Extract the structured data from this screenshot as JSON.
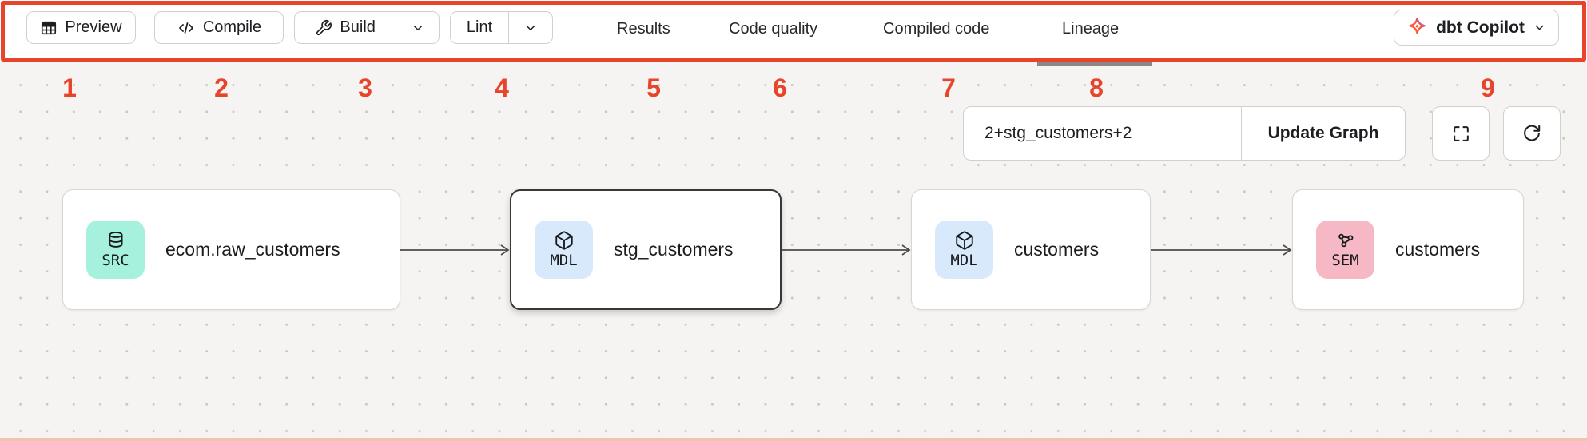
{
  "toolbar": {
    "buttons": {
      "preview": "Preview",
      "compile": "Compile",
      "build": "Build",
      "lint": "Lint"
    },
    "tabs": [
      {
        "label": "Results",
        "active": false
      },
      {
        "label": "Code quality",
        "active": false
      },
      {
        "label": "Compiled code",
        "active": false
      },
      {
        "label": "Lineage",
        "active": true
      }
    ],
    "copilot_label": "dbt Copilot"
  },
  "annotations": {
    "color": "#e8432b",
    "numbers": [
      "1",
      "2",
      "3",
      "4",
      "5",
      "6",
      "7",
      "8",
      "9"
    ]
  },
  "graph_controls": {
    "selector_value": "2+stg_customers+2",
    "update_button_label": "Update Graph"
  },
  "lineage_graph": {
    "nodes": [
      {
        "badge": "SRC",
        "badge_color": "#a5f1dd",
        "icon": "database-icon",
        "label": "ecom.raw_customers",
        "selected": false
      },
      {
        "badge": "MDL",
        "badge_color": "#d8e9fc",
        "icon": "cube-icon",
        "label": "stg_customers",
        "selected": true
      },
      {
        "badge": "MDL",
        "badge_color": "#d8e9fc",
        "icon": "cube-icon",
        "label": "customers",
        "selected": false
      },
      {
        "badge": "SEM",
        "badge_color": "#f5b8c4",
        "icon": "semantic-layer-icon",
        "label": "customers",
        "selected": false
      }
    ]
  }
}
